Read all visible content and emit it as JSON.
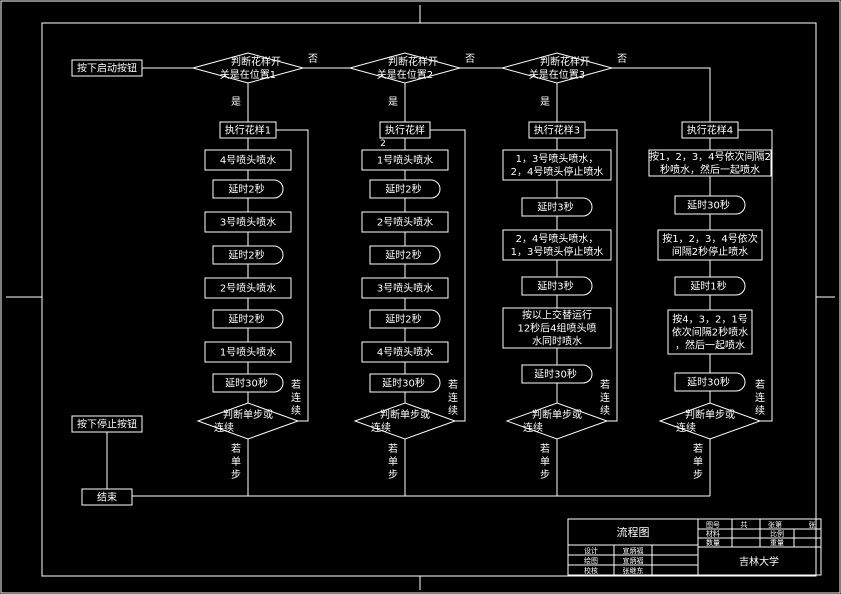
{
  "start_button": "按下启动按钮",
  "stop_button": "按下停止按钮",
  "end_label": "结束",
  "yes": "是",
  "no": "否",
  "continuous": [
    "若",
    "连",
    "续"
  ],
  "single_step": [
    "若",
    "单",
    "步"
  ],
  "decision_step": [
    "判断单步或",
    "连续"
  ],
  "columns": [
    {
      "decision": [
        "判断花样开",
        "关是在位置1"
      ],
      "exec": "执行花样1",
      "steps": [
        {
          "kind": "action",
          "lines": [
            "4号喷头喷水"
          ]
        },
        {
          "kind": "delay",
          "lines": [
            "延时2秒"
          ]
        },
        {
          "kind": "action",
          "lines": [
            "3号喷头喷水"
          ]
        },
        {
          "kind": "delay",
          "lines": [
            "延时2秒"
          ]
        },
        {
          "kind": "action",
          "lines": [
            "2号喷头喷水"
          ]
        },
        {
          "kind": "delay",
          "lines": [
            "延时2秒"
          ]
        },
        {
          "kind": "action",
          "lines": [
            "1号喷头喷水"
          ]
        },
        {
          "kind": "delay",
          "lines": [
            "延时30秒"
          ]
        }
      ]
    },
    {
      "decision": [
        "判断花样开",
        "关是在位置2"
      ],
      "exec": "执行花样",
      "exec_extra": "2",
      "steps": [
        {
          "kind": "action",
          "lines": [
            "1号喷头喷水"
          ]
        },
        {
          "kind": "delay",
          "lines": [
            "延时2秒"
          ]
        },
        {
          "kind": "action",
          "lines": [
            "2号喷头喷水"
          ]
        },
        {
          "kind": "delay",
          "lines": [
            "延时2秒"
          ]
        },
        {
          "kind": "action",
          "lines": [
            "3号喷头喷水"
          ]
        },
        {
          "kind": "delay",
          "lines": [
            "延时2秒"
          ]
        },
        {
          "kind": "action",
          "lines": [
            "4号喷头喷水"
          ]
        },
        {
          "kind": "delay",
          "lines": [
            "延时30秒"
          ]
        }
      ]
    },
    {
      "decision": [
        "判断花样开",
        "关是在位置3"
      ],
      "exec": "执行花样3",
      "steps": [
        {
          "kind": "action",
          "lines": [
            "1，3号喷头喷水，",
            "2，4号喷头停止喷水"
          ]
        },
        {
          "kind": "delay",
          "lines": [
            "延时3秒"
          ]
        },
        {
          "kind": "action",
          "lines": [
            "2，4号喷头喷水，",
            "1，3号喷头停止喷水"
          ]
        },
        {
          "kind": "delay",
          "lines": [
            "延时3秒"
          ]
        },
        {
          "kind": "action",
          "lines": [
            "按以上交替运行",
            "12秒后4组喷头喷",
            "水同时喷水"
          ]
        },
        {
          "kind": "delay",
          "lines": [
            "延时30秒"
          ]
        }
      ]
    },
    {
      "decision": null,
      "exec": "执行花样4",
      "steps": [
        {
          "kind": "action",
          "lines": [
            "按1，2，3，4号依次间隔2",
            "秒喷水，然后一起喷水"
          ]
        },
        {
          "kind": "delay",
          "lines": [
            "延时30秒"
          ]
        },
        {
          "kind": "action",
          "lines": [
            "按1，2，3，4号依次",
            "间隔2秒停止喷水"
          ]
        },
        {
          "kind": "delay",
          "lines": [
            "延时1秒"
          ]
        },
        {
          "kind": "action",
          "lines": [
            "按4，3，2，1号",
            "依次间隔2秒喷水",
            "，然后一起喷水"
          ]
        },
        {
          "kind": "delay",
          "lines": [
            "延时30秒"
          ]
        }
      ]
    }
  ],
  "title_block": {
    "title": "流程图",
    "r1": [
      "图号",
      "共",
      "张第",
      "张"
    ],
    "r2": [
      "材料",
      "比例"
    ],
    "r3": [
      "数量",
      "重量"
    ],
    "designer": [
      "设计",
      "宣炳福"
    ],
    "drawer": [
      "绘图",
      "宣炳福"
    ],
    "checker": [
      "校核",
      "张继东"
    ],
    "school": "吉林大学"
  }
}
